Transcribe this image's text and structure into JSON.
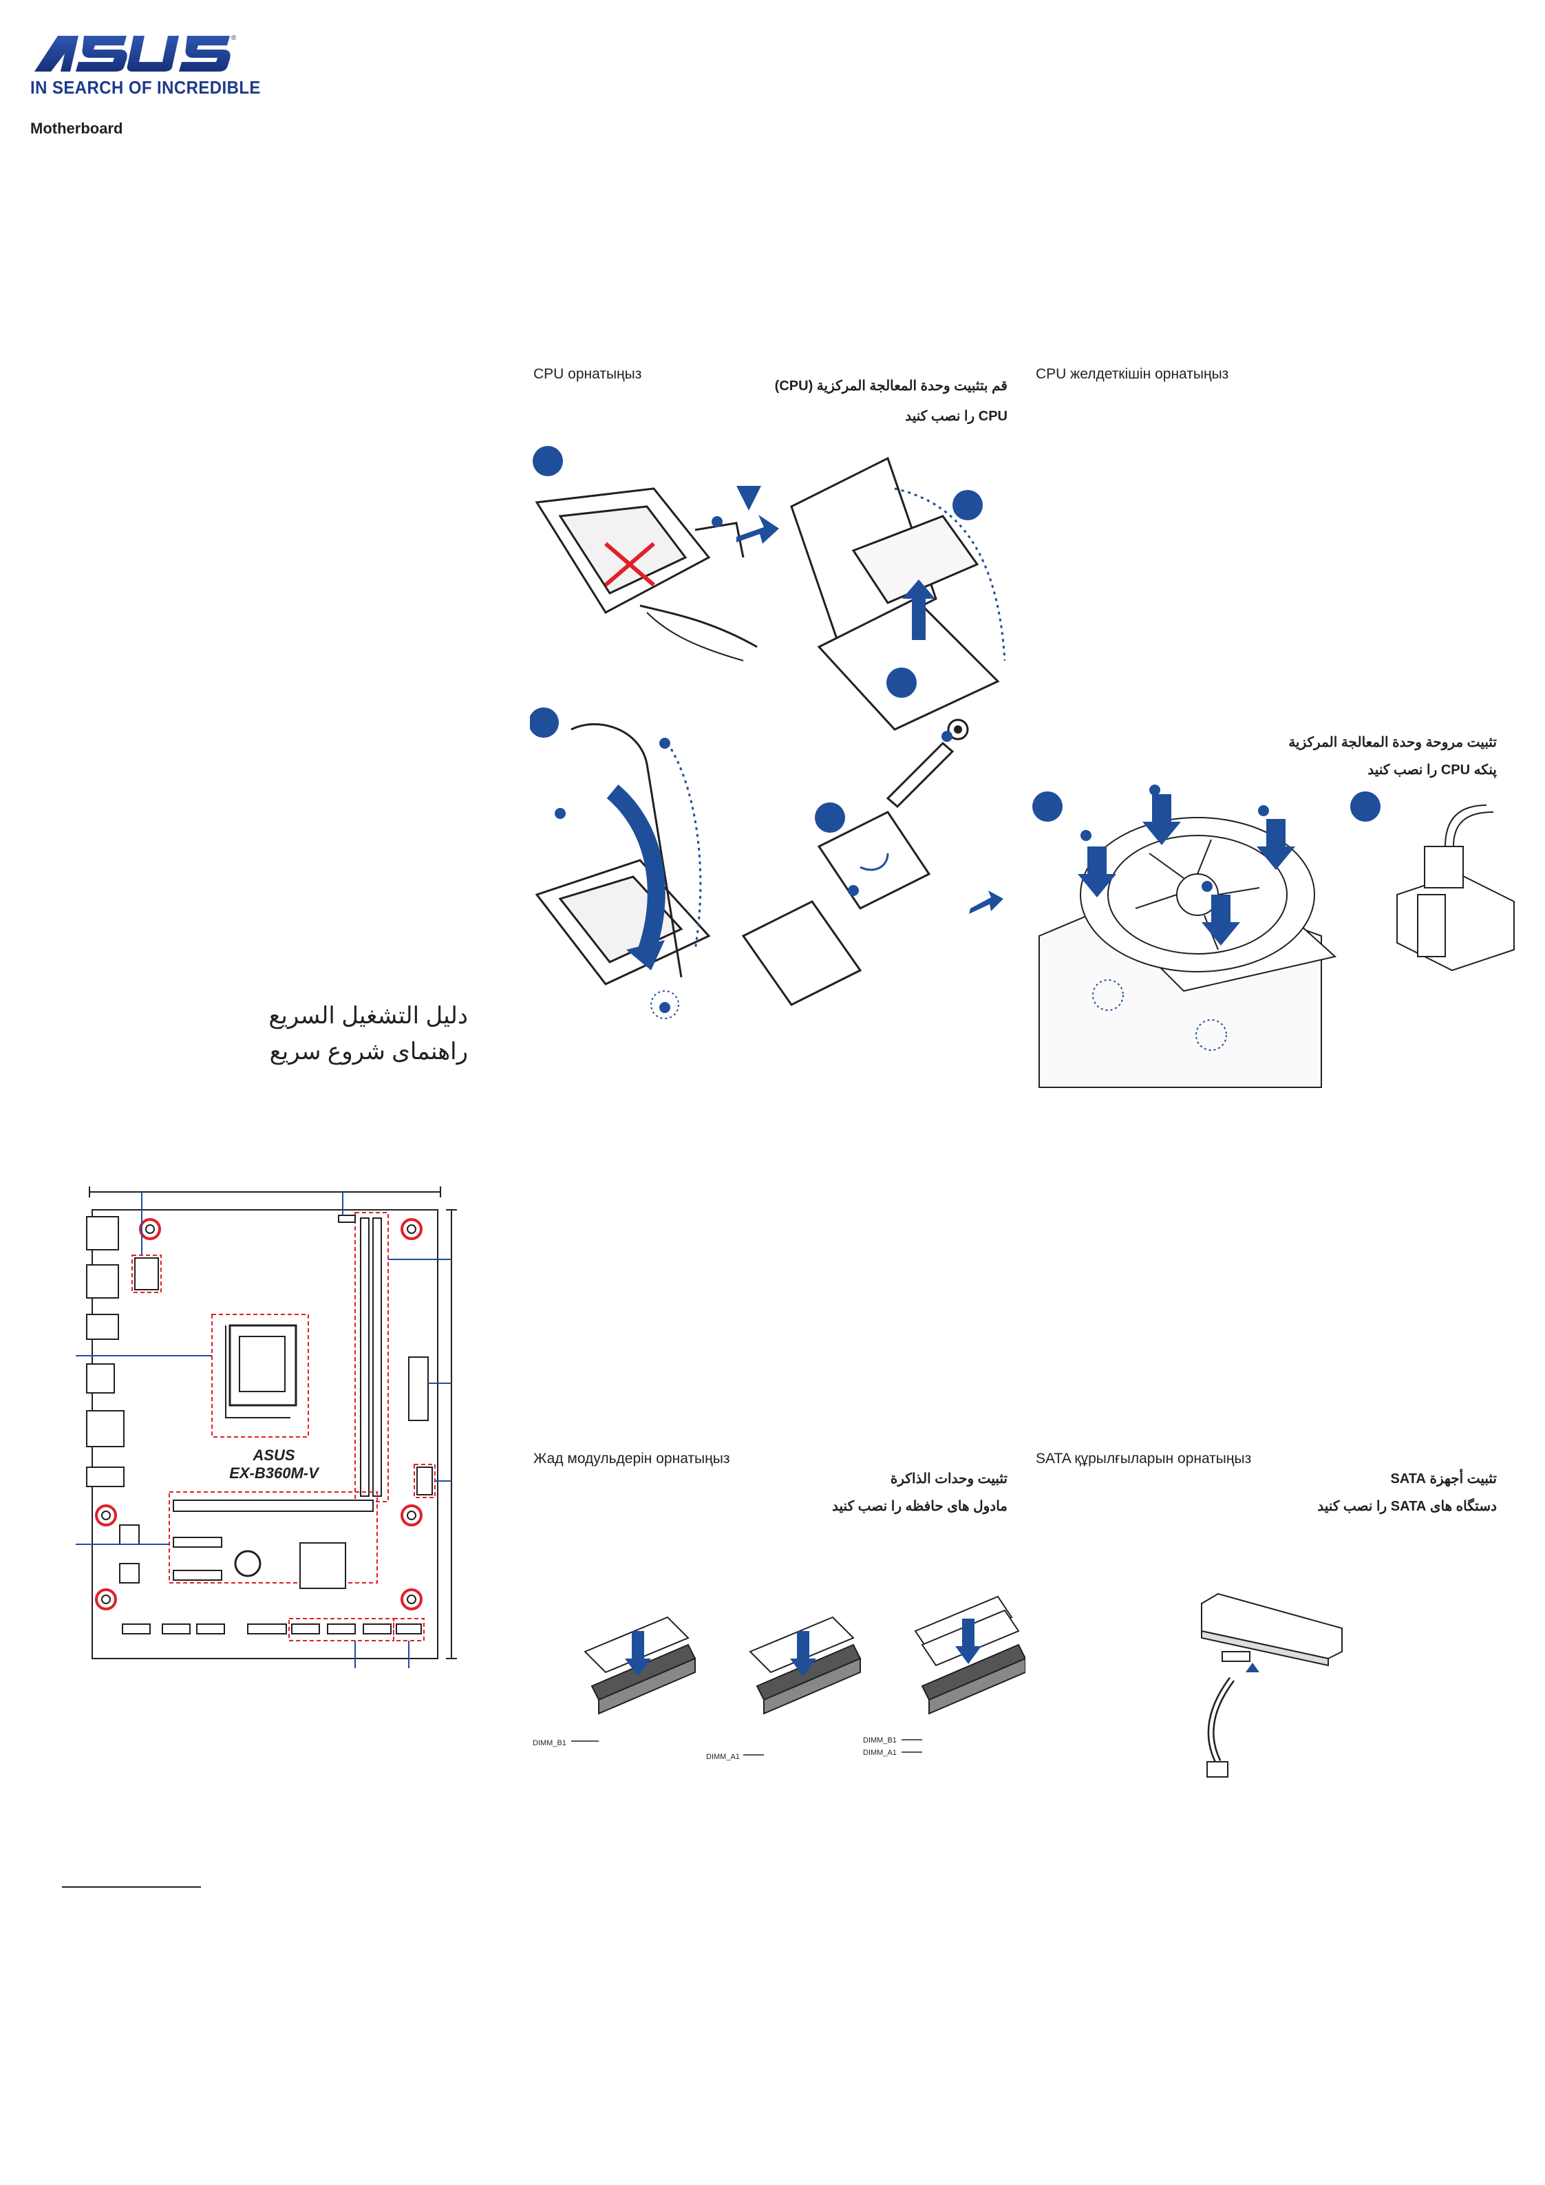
{
  "brand": {
    "logo_text": "ASUS",
    "tagline": "IN SEARCH OF INCREDIBLE",
    "product_type": "Motherboard",
    "colors": {
      "brand_blue": "#1d3a8c",
      "accent_blue": "#1f4e9b",
      "mark_red": "#e0202a"
    }
  },
  "titles": {
    "arabic": "دليل التشغيل السريع",
    "persian": "راهنمای شروع سریع"
  },
  "sections": {
    "cpu": {
      "kazakh": "CPU орнатыңыз",
      "arabic": "قم بتثبيت وحدة المعالجة المركزية (CPU)",
      "persian": "CPU را نصب كنيد"
    },
    "cooler": {
      "kazakh": "CPU желдеткішін орнатыңыз",
      "arabic": "تثبيت مروحة وحدة المعالجة المركزية",
      "persian": "پنکه CPU را نصب كنيد"
    },
    "memory": {
      "kazakh": "Жад модульдерін орнатыңыз",
      "arabic": "تثبيت وحدات الذاكرة",
      "persian": "مادول های حافظه را نصب كنيد"
    },
    "sata": {
      "kazakh": "SATA құрылғыларын орнатыңыз",
      "arabic": "تثبيت أجهزة SATA",
      "persian": "دستگاه های SATA را نصب كنيد"
    }
  },
  "board": {
    "model": "EX-B360M-V",
    "board_logo": "ASUS"
  },
  "dimm_labels": {
    "single_b1": "DIMM_B1",
    "single_a1": "DIMM_A1",
    "dual_b1": "DIMM_B1",
    "dual_a1": "DIMM_A1"
  }
}
